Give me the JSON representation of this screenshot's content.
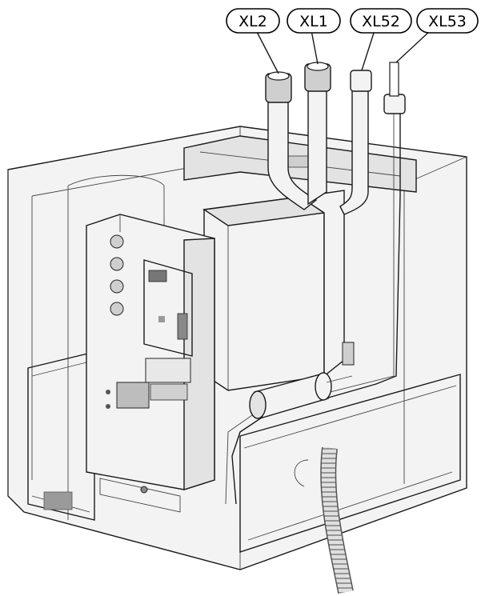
{
  "callouts": [
    {
      "id": "xl2",
      "label": "XL2"
    },
    {
      "id": "xl1",
      "label": "XL1"
    },
    {
      "id": "xl52",
      "label": "XL52"
    },
    {
      "id": "xl53",
      "label": "XL53"
    }
  ]
}
